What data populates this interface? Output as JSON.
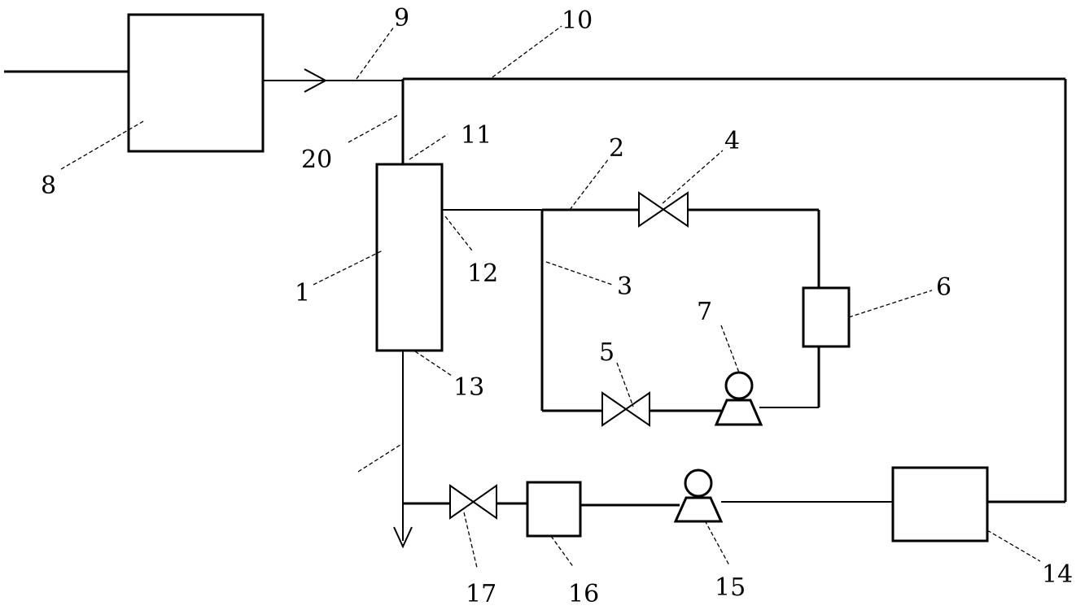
{
  "labels": {
    "l1": "1",
    "l2": "2",
    "l3": "3",
    "l4": "4",
    "l5": "5",
    "l6": "6",
    "l7": "7",
    "l8": "8",
    "l9": "9",
    "l10": "10",
    "l11": "11",
    "l12": "12",
    "l13": "13",
    "l14": "14",
    "l15": "15",
    "l16": "16",
    "l17": "17",
    "l20": "20"
  }
}
